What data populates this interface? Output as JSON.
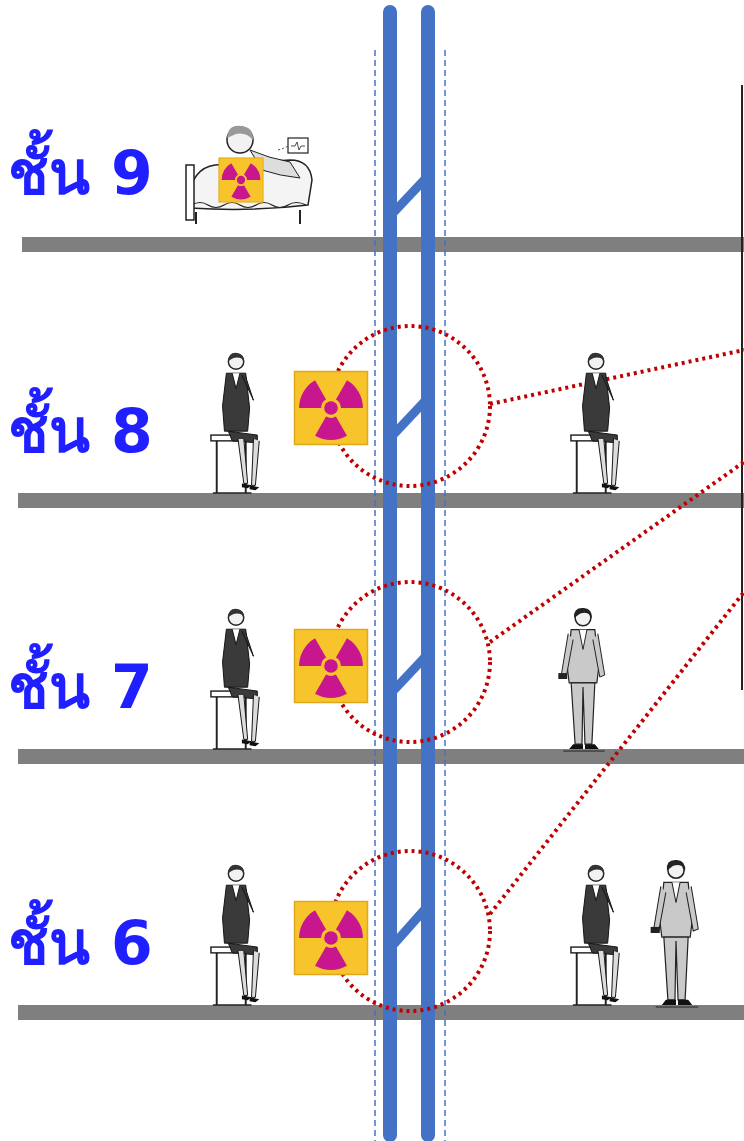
{
  "diagram": {
    "labels": [
      "ชั้น 9",
      "ชั้น 8",
      "ชั้น 7",
      "ชั้น 6"
    ]
  }
}
